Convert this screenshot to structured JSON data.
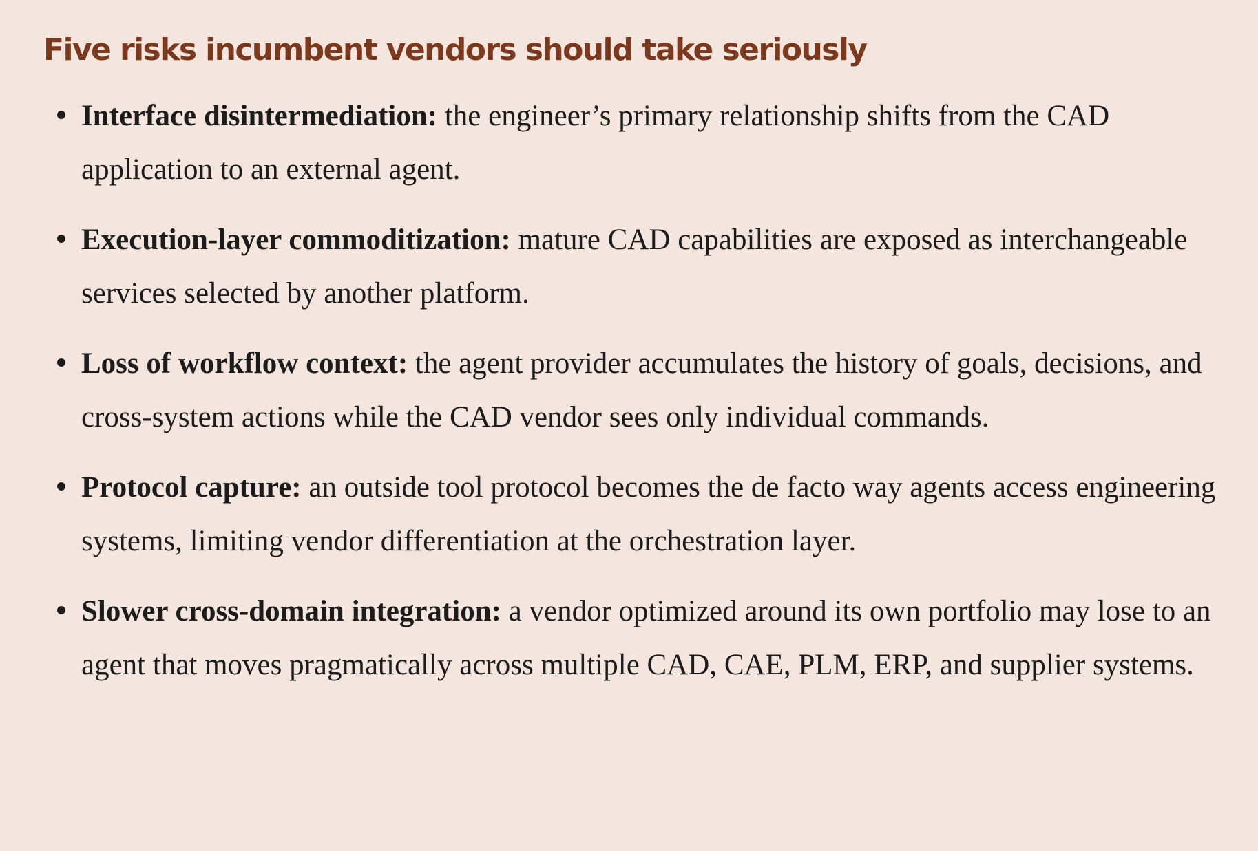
{
  "section": {
    "title": "Five risks incumbent vendors should take seriously"
  },
  "risks": [
    {
      "term": "Interface disintermediation:",
      "description": "the engineer’s primary relationship shifts from the CAD application to an external agent."
    },
    {
      "term": "Execution-layer commoditization:",
      "description": "mature CAD capabilities are exposed as interchangeable services selected by another platform."
    },
    {
      "term": "Loss of workflow context:",
      "description": "the agent provider accumulates the history of goals, decisions, and cross-system actions while the CAD vendor sees only individual commands."
    },
    {
      "term": "Protocol capture:",
      "description": "an outside tool protocol becomes the de facto way agents access engineering systems, limiting vendor differentiation at the orchestration layer."
    },
    {
      "term": "Slower cross-domain integration:",
      "description": "a vendor optimized around its own portfolio may lose to an agent that moves pragmatically across multiple CAD, CAE, PLM, ERP, and supplier systems."
    }
  ]
}
